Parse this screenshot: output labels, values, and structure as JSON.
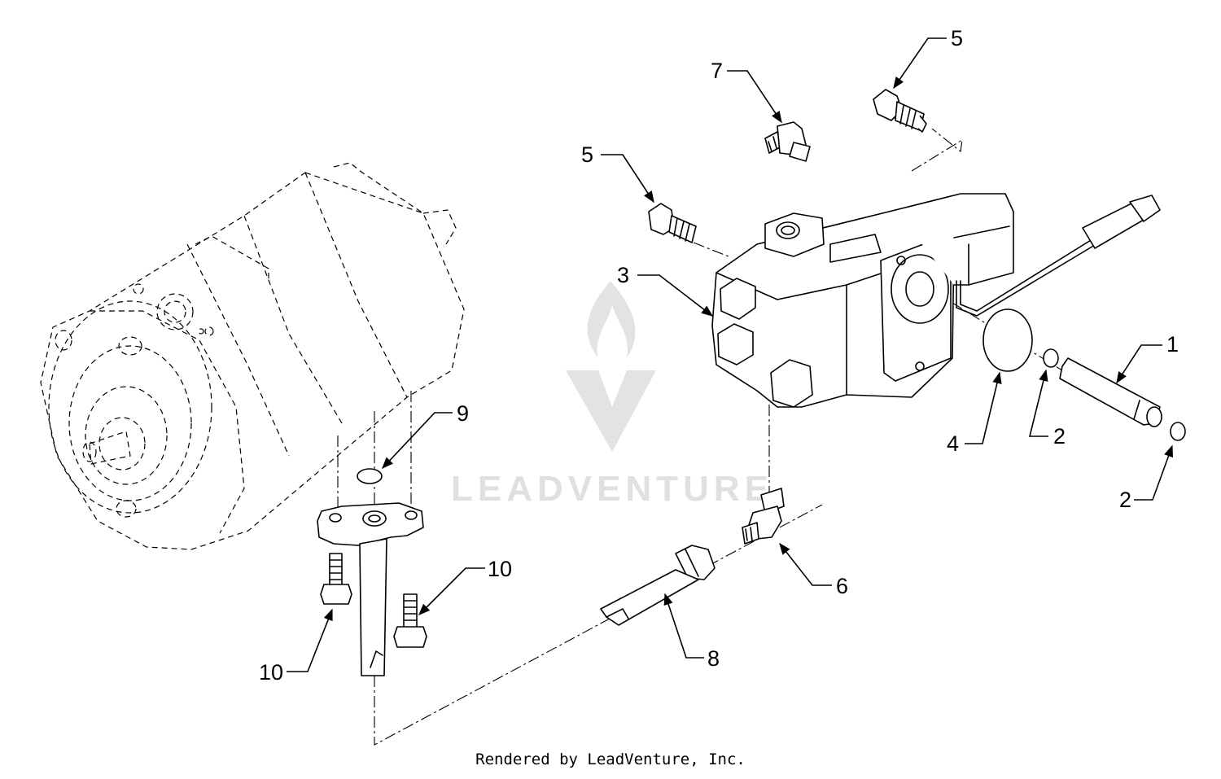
{
  "callouts": {
    "c1": "1",
    "c2a": "2",
    "c2b": "2",
    "c3": "3",
    "c4": "4",
    "c5a": "5",
    "c5b": "5",
    "c6": "6",
    "c7": "7",
    "c8": "8",
    "c9": "9",
    "c10a": "10",
    "c10b": "10"
  },
  "watermark": {
    "text": "LEADVENTURE"
  },
  "footer": {
    "text": "Rendered by LeadVenture, Inc."
  }
}
